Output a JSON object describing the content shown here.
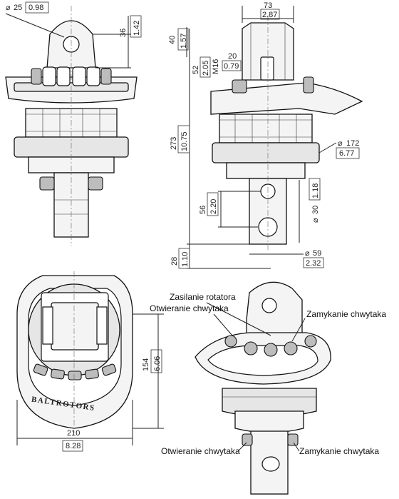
{
  "dimensions": {
    "top_hole_dia_mm": "25",
    "top_hole_dia_in": "0.98",
    "ear_height_mm": "36",
    "ear_height_in": "1.42",
    "width_mm": "73",
    "width_in": "2.87",
    "top_ext_mm": "40",
    "top_ext_in": "1.57",
    "port_offset_mm": "20",
    "port_offset_in": "0.79",
    "port_height_mm": "52",
    "port_height_in": "2.05",
    "port_thread": "M16",
    "total_height_mm": "273",
    "total_height_in": "10.75",
    "body_dia_mm": "172",
    "body_dia_in": "6.77",
    "lower_hole_dist_mm": "56",
    "lower_hole_dist_in": "2.20",
    "shaft_dia_mm": "30",
    "shaft_dia_in": "1.18",
    "bottom_ext_mm": "28",
    "bottom_ext_in": "1.10",
    "bottom_dia_mm": "59",
    "bottom_dia_in": "2.32",
    "footprint_depth_mm": "154",
    "footprint_depth_in": "6.06",
    "footprint_width_mm": "210",
    "footprint_width_in": "8.28",
    "dia_symbol": "⌀"
  },
  "labels": {
    "supply": "Zasilanie rotatora",
    "open_top": "Otwieranie chwytaka",
    "close_top": "Zamykanie chwytaka",
    "open_bottom": "Otwieranie chwytaka",
    "close_bottom": "Zamykanie chwytaka",
    "brand": "BALTROTORS"
  }
}
